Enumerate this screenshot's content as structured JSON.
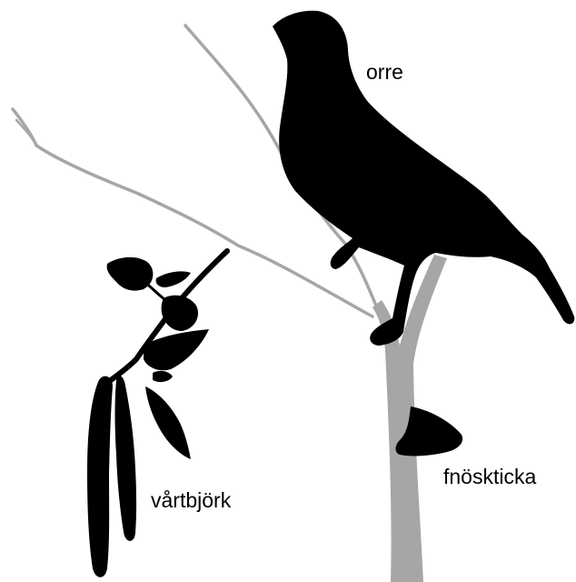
{
  "labels": {
    "bird": "orre",
    "fungus": "fnöskticka",
    "tree": "vårtbjörk"
  },
  "colors": {
    "silhouette": "#000000",
    "trunk": "#a6a6a6",
    "background": "#ffffff"
  }
}
